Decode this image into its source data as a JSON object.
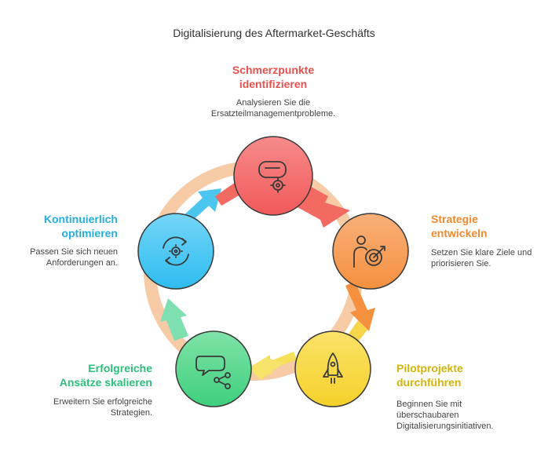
{
  "title": "Digitalisierung des Aftermarket-Geschäfts",
  "colors": {
    "red": "#f25a5a",
    "orange": "#f5903e",
    "yellow": "#f5d12a",
    "green": "#3ecf7d",
    "blue": "#2ebdf0"
  },
  "stages": [
    {
      "id": "schmerzpunkte",
      "heading_line1": "Schmerzpunkte",
      "heading_line2": "identifizieren",
      "desc_line1": "Analysieren Sie die",
      "desc_line2": "Ersatzteilmanagementprobleme.",
      "desc_line3": "",
      "icon": "vr-headset-gear-icon"
    },
    {
      "id": "strategie",
      "heading_line1": "Strategie",
      "heading_line2": "entwickeln",
      "desc_line1": "Setzen Sie klare Ziele und",
      "desc_line2": "priorisieren Sie.",
      "desc_line3": "",
      "icon": "person-target-icon"
    },
    {
      "id": "pilotprojekte",
      "heading_line1": "Pilotprojekte",
      "heading_line2": "durchführen",
      "desc_line1": "Beginnen Sie mit",
      "desc_line2": "überschaubaren",
      "desc_line3": "Digitalisierungsinitiativen.",
      "icon": "rocket-icon"
    },
    {
      "id": "skalieren",
      "heading_line1": "Erfolgreiche",
      "heading_line2": "Ansätze skalieren",
      "desc_line1": "Erweitern Sie erfolgreiche",
      "desc_line2": "Strategien.",
      "desc_line3": "",
      "icon": "chat-share-icon"
    },
    {
      "id": "optimieren",
      "heading_line1": "Kontinuierlich",
      "heading_line2": "optimieren",
      "desc_line1": "Passen Sie sich neuen",
      "desc_line2": "Anforderungen an.",
      "desc_line3": "",
      "icon": "gear-cycle-icon"
    }
  ]
}
